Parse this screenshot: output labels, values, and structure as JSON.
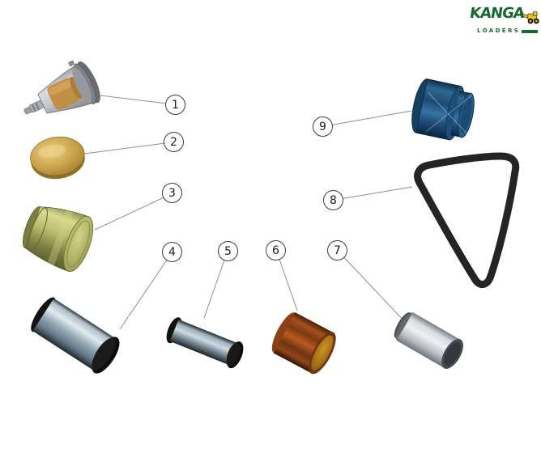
{
  "brand": {
    "name": "KANGA",
    "tagline": "LOADERS",
    "green": "#176a2f",
    "yellow": "#f2c11e"
  },
  "callouts": [
    {
      "label": "1",
      "part": "inline-fuel-filter",
      "color": "#c18a3c"
    },
    {
      "label": "2",
      "part": "brass-cup-plug",
      "color": "#c9a24a"
    },
    {
      "label": "3",
      "part": "olive-oil-filter",
      "color": "#a9ab5e"
    },
    {
      "label": "4",
      "part": "large-filter-cartridge",
      "color": "#93a7b3"
    },
    {
      "label": "5",
      "part": "small-filter-cartridge",
      "color": "#9fb2bf"
    },
    {
      "label": "6",
      "part": "copper-bushing",
      "color": "#a8501d"
    },
    {
      "label": "7",
      "part": "white-filter-element",
      "color": "#d9dcdf"
    },
    {
      "label": "8",
      "part": "drive-belt",
      "color": "#242424"
    },
    {
      "label": "9",
      "part": "blue-oil-filter",
      "color": "#2f6990"
    }
  ]
}
